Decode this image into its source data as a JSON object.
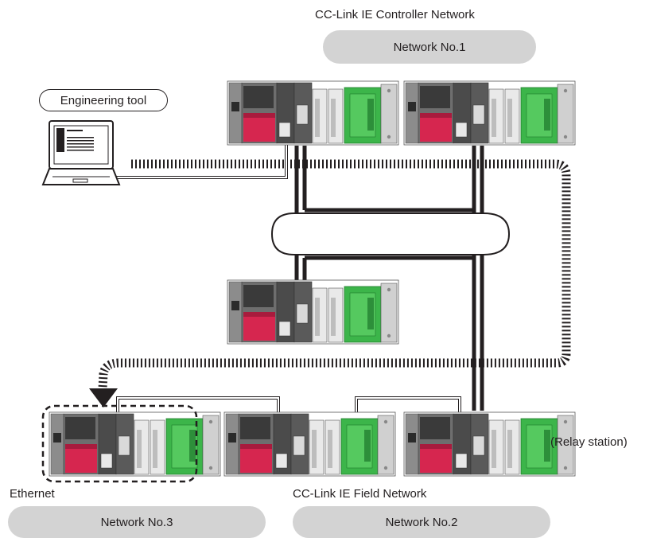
{
  "labels": {
    "controller_network": "CC-Link IE Controller Network",
    "network1": "Network No.1",
    "engineering_tool": "Engineering tool",
    "relay_station": "(Relay station)",
    "ethernet": "Ethernet",
    "field_network": "CC-Link IE Field Network",
    "network3": "Network No.3",
    "network2": "Network No.2"
  },
  "colors": {
    "pill_fill": "#d3d3d3",
    "module_red": "#d6264f",
    "module_green": "#3cb54a",
    "line": "#231f20"
  }
}
